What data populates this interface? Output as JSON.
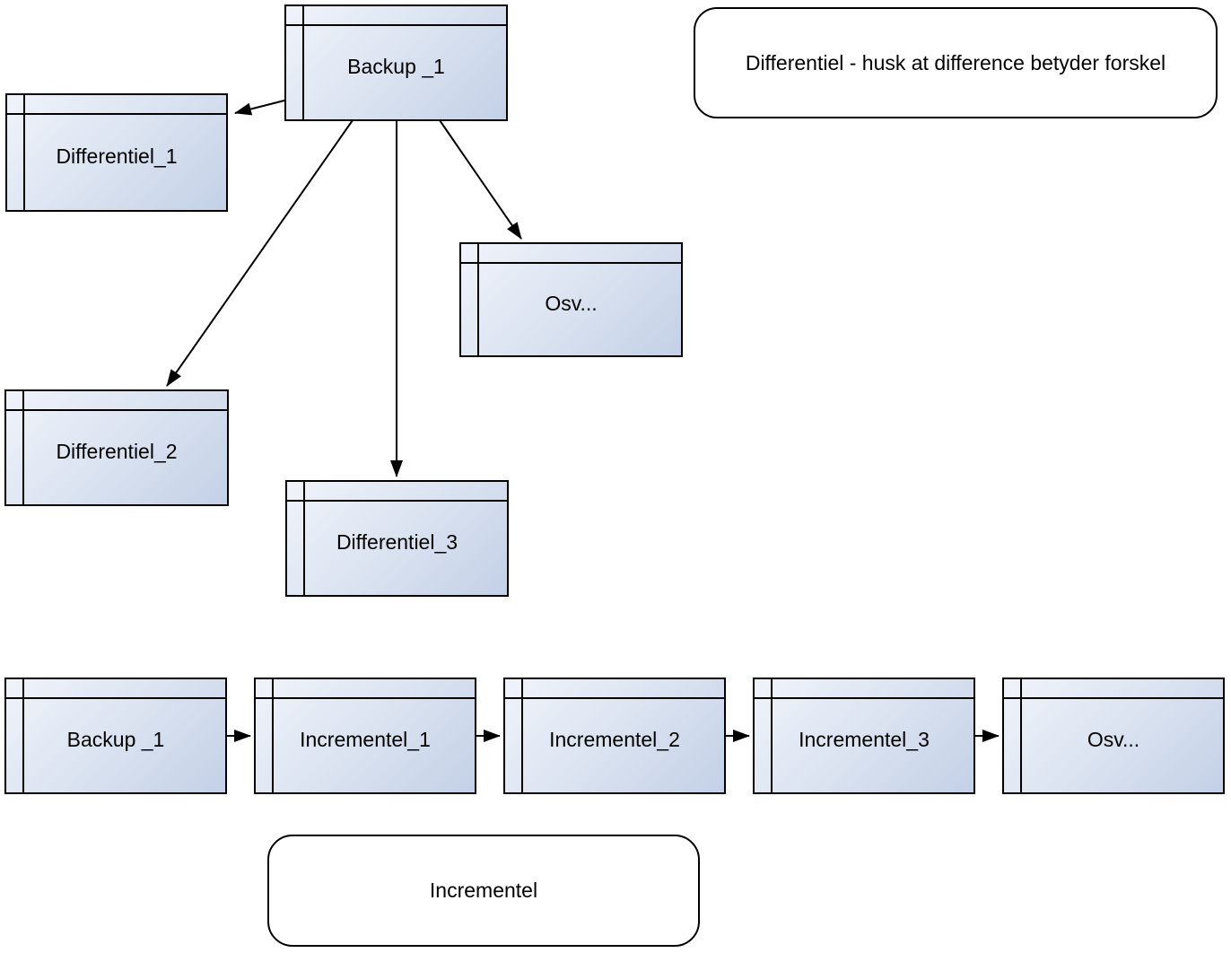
{
  "colors": {
    "background": "#ffffff",
    "node_border": "#000000",
    "node_fill_light": "#f0f3fa",
    "node_fill_dark": "#c3d0e6",
    "note_fill": "#ffffff",
    "arrow": "#000000",
    "text": "#000000"
  },
  "nodes": {
    "backup_top": {
      "label": "Backup _1"
    },
    "differentiel_1": {
      "label": "Differentiel_1"
    },
    "differentiel_2": {
      "label": "Differentiel_2"
    },
    "differentiel_3": {
      "label": "Differentiel_3"
    },
    "osv_top": {
      "label": "Osv..."
    },
    "backup_bottom": {
      "label": "Backup _1"
    },
    "incrementel_1": {
      "label": "Incrementel_1"
    },
    "incrementel_2": {
      "label": "Incrementel_2"
    },
    "incrementel_3": {
      "label": "Incrementel_3"
    },
    "osv_bottom": {
      "label": "Osv..."
    }
  },
  "notes": {
    "differentiel": {
      "text": "Differentiel - husk at difference betyder forskel"
    },
    "incrementel": {
      "text": "Incrementel"
    }
  },
  "edges": {
    "differential_flow": [
      {
        "from": "backup_top",
        "to": "differentiel_1"
      },
      {
        "from": "backup_top",
        "to": "differentiel_2"
      },
      {
        "from": "backup_top",
        "to": "differentiel_3"
      },
      {
        "from": "backup_top",
        "to": "osv_top"
      }
    ],
    "incremental_flow": [
      {
        "from": "backup_bottom",
        "to": "incrementel_1"
      },
      {
        "from": "incrementel_1",
        "to": "incrementel_2"
      },
      {
        "from": "incrementel_2",
        "to": "incrementel_3"
      },
      {
        "from": "incrementel_3",
        "to": "osv_bottom"
      }
    ]
  }
}
